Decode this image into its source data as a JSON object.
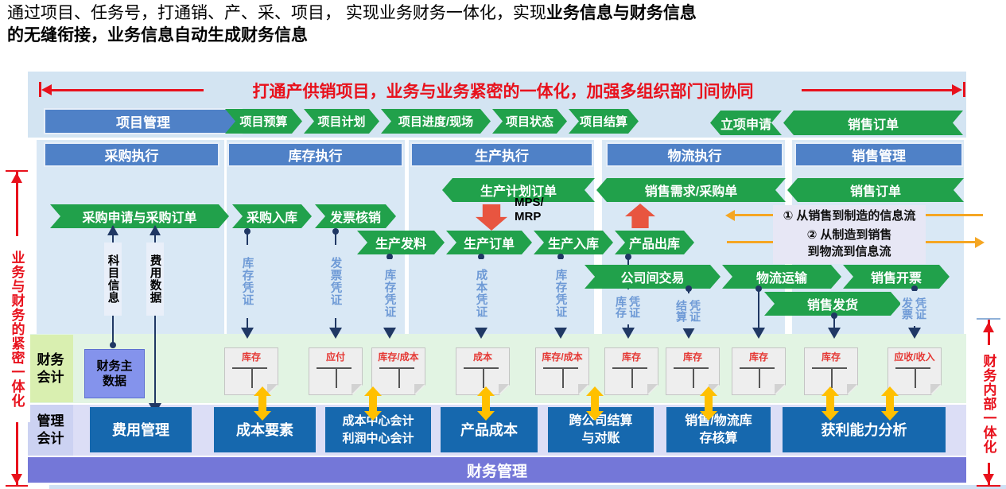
{
  "title": {
    "line1_normal": "通过项目、任务号，打通销、产、采、项目， 实现业务财务一体化，实现",
    "line1_bold": "业务信息与财务信息",
    "line2": "的无缝衔接，业务信息自动生成财务信息"
  },
  "top_banner": {
    "text": "打通产供销项目，业务与业务紧密的一体化，加强多组织部门间协同"
  },
  "side_arrows": {
    "left": "业务与财务的紧密一体化",
    "right": "财务内部一体化"
  },
  "headers": {
    "project": "项目管理",
    "columns": [
      "采购执行",
      "库存执行",
      "生产执行",
      "物流执行",
      "销售管理"
    ]
  },
  "green_arrows": {
    "project_chain": [
      "项目预算",
      "项目计划",
      "项目进度/现场",
      "项目状态",
      "项目结算"
    ],
    "project_right": [
      "立项申请",
      "销售订单"
    ],
    "plan_row": [
      "生产计划订单",
      "销售需求/采购单",
      "销售订单"
    ],
    "purchase_row": [
      "采购申请与采购订单",
      "采购入库",
      "发票核销"
    ],
    "production_row": [
      "生产发料",
      "生产订单",
      "生产入库",
      "产品出库"
    ],
    "logistics_row": [
      "公司间交易",
      "物流运输",
      "销售开票"
    ],
    "delivery_row": [
      "销售发货"
    ]
  },
  "mps_label": "MPS/\nMRP",
  "flow_notes": {
    "note1": "① 从销售到制造的信息流",
    "note2": "② 从制造到销售\n到物流到信息流"
  },
  "connector_labels": [
    "科目信息",
    "费用数据",
    "库存凭证",
    "发票凭证",
    "库存凭证",
    "成本凭证",
    "库存凭证",
    "库存\n凭证",
    "结算\n凭证",
    "发票\n凭证"
  ],
  "accounting": {
    "financial_label": "财务\n会计",
    "management_label": "管理\n会计",
    "master_data": "财务主\n数据",
    "documents": [
      "库存",
      "应付",
      "库存/成本",
      "成本",
      "库存/成本",
      "库存",
      "库存",
      "库存",
      "库存",
      "应收/收入"
    ],
    "management_boxes": [
      "费用管理",
      "成本要素",
      "成本中心会计\n利润中心会计",
      "产品成本",
      "跨公司结算\n与对账",
      "销售/物流库\n存核算",
      "获利能力分析"
    ],
    "bottom_banner": "财务管理"
  },
  "colors": {
    "blue_header": "#4f81c7",
    "green_arrow": "#21a14b",
    "dark_blue_box": "#1668ae",
    "purple_banner": "#7477d8",
    "light_blue_panel": "#d9e8f5",
    "top_panel": "#d3e4f2",
    "light_green_panel": "#e2f4e3",
    "lime_label": "#d9efb0",
    "lavender_panel": "#dcdef6",
    "lavender_label": "#ccd2f2",
    "master_data_box": "#8493ec",
    "red": "#e8111c",
    "red_block_arrow": "#e85540",
    "orange": "#f5a623",
    "yellow": "#ffc000",
    "navy": "#203864",
    "blue_label_text": "#6e9ad6",
    "doc_label_red": "#e53935"
  }
}
